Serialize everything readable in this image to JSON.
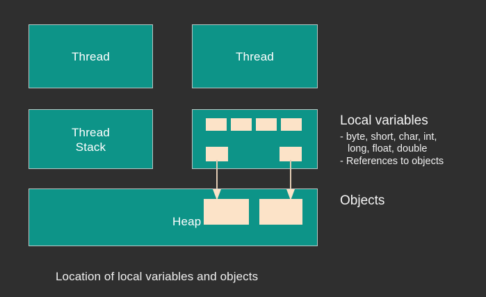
{
  "diagram": {
    "caption": "Location of local variables and objects",
    "background_color": "#2f2f2f",
    "panel_color": "#0d9488",
    "slot_color": "#fce3c8",
    "text_color": "#f2f2f2",
    "panels": {
      "thread_1": "Thread",
      "thread_2": "Thread",
      "thread_stack_line_1": "Thread",
      "thread_stack_line_2": "Stack",
      "heap": "Heap"
    },
    "annotations": {
      "local_variables_title": "Local variables",
      "local_variables_bullet_1_line_1": "- byte, short, char, int,",
      "local_variables_bullet_1_line_2": "long, float, double",
      "local_variables_bullet_2": "- References to objects",
      "objects_title": "Objects"
    },
    "slots": {
      "primitive_count": 4,
      "reference_count": 2,
      "object_count": 2
    },
    "arrows": {
      "count": 2,
      "direction": "down",
      "from": "reference slots in thread stack",
      "to": "objects in heap",
      "color": "#fce3c8"
    }
  }
}
